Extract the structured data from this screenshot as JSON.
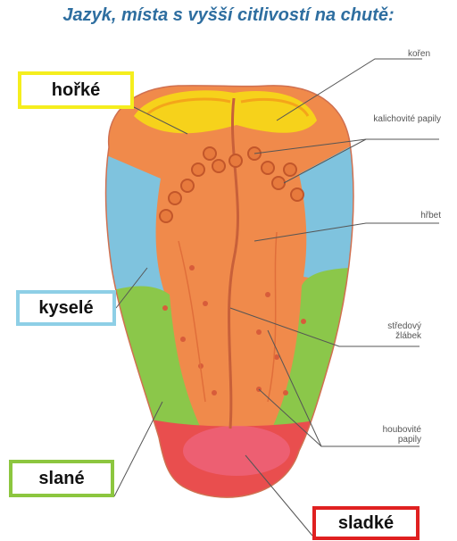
{
  "title": "Jazyk, místa s vyšší citlivostí na chutě:",
  "taste_labels": {
    "bitter": "hořké",
    "sour": "kyselé",
    "salty": "slané",
    "sweet": "sladké"
  },
  "annotations": {
    "root": "kořen",
    "circumvallate": "kalichovité papily",
    "dorsum": "hřbet",
    "median_groove": "středový žlábek",
    "fungiform": "houbovité papily"
  },
  "colors": {
    "bitter": "#f5ee1e",
    "sour": "#8ecfe6",
    "salty": "#8cc63f",
    "sweet": "#e02020",
    "title": "#2e6ea0"
  }
}
